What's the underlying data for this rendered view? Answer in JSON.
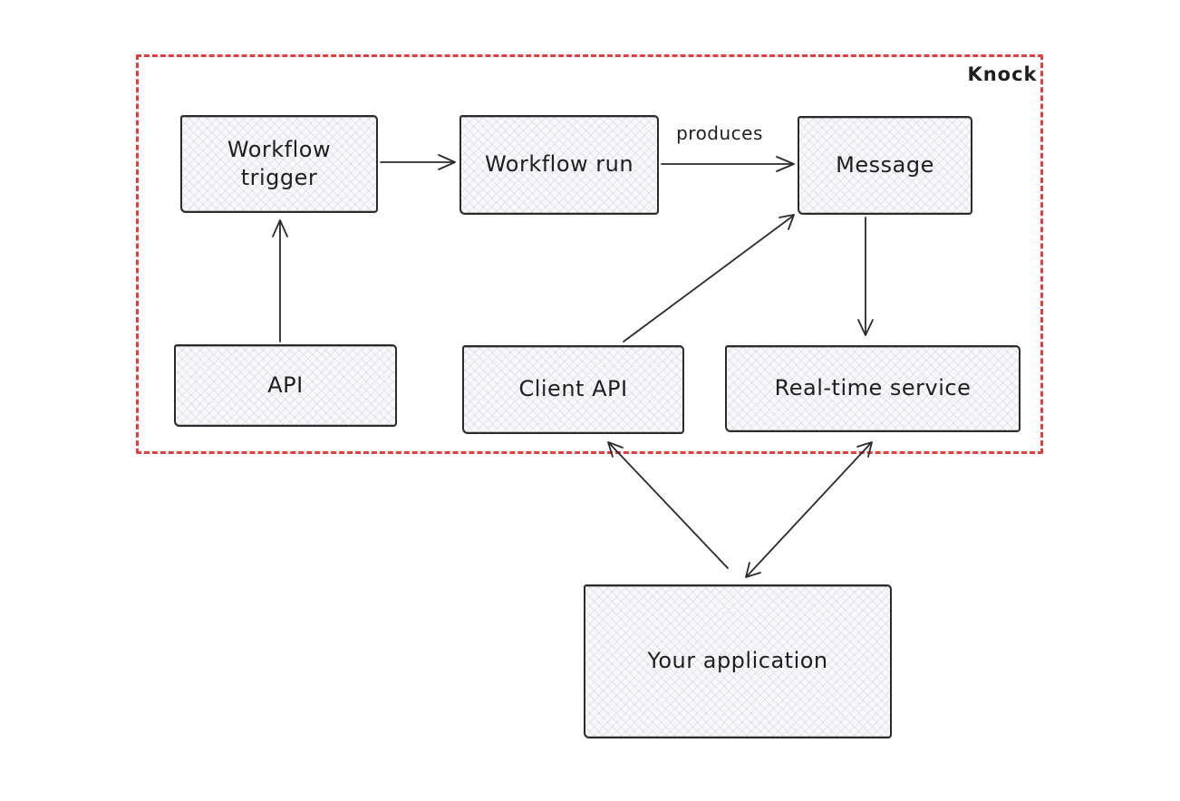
{
  "diagram": {
    "boundary": {
      "label": "Knock",
      "color": "#e04040"
    },
    "nodes": {
      "workflow_trigger": "Workflow trigger",
      "workflow_run": "Workflow run",
      "message": "Message",
      "api": "API",
      "client_api": "Client API",
      "realtime_service": "Real-time service",
      "your_application": "Your application"
    },
    "edges": [
      {
        "from": "Workflow trigger",
        "to": "Workflow run",
        "label": "",
        "bidirectional": false
      },
      {
        "from": "Workflow run",
        "to": "Message",
        "label": "produces",
        "bidirectional": false
      },
      {
        "from": "API",
        "to": "Workflow trigger",
        "label": "",
        "bidirectional": false
      },
      {
        "from": "Client API",
        "to": "Message",
        "label": "",
        "bidirectional": false
      },
      {
        "from": "Message",
        "to": "Real-time service",
        "label": "",
        "bidirectional": false
      },
      {
        "from": "Your application",
        "to": "Client API",
        "label": "",
        "bidirectional": false
      },
      {
        "from": "Real-time service",
        "to": "Your application",
        "label": "",
        "bidirectional": true
      }
    ],
    "edge_labels": {
      "produces": "produces"
    },
    "colors": {
      "stroke": "#2a2a2a",
      "node_fill": "#f8f8fa",
      "boundary_red": "#e04040",
      "background": "#ffffff"
    }
  }
}
